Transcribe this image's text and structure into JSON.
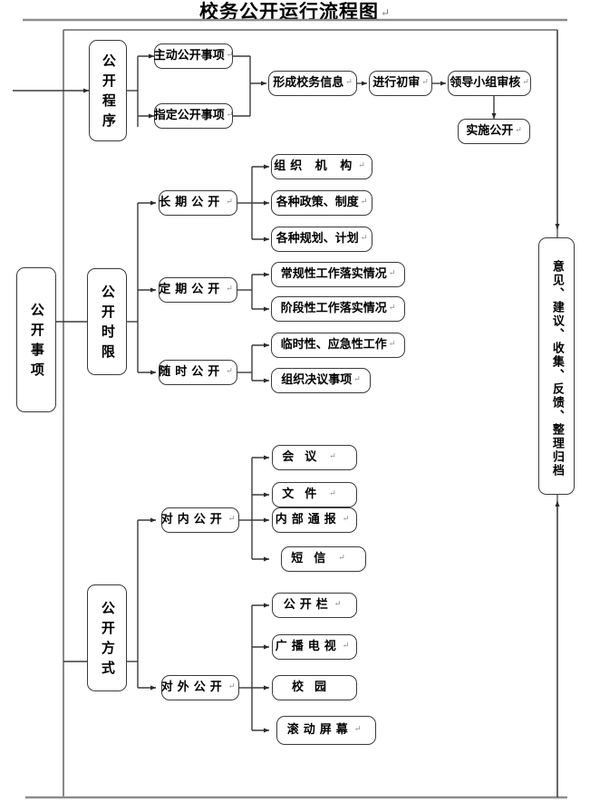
{
  "document": {
    "title": "校务公开运行流程图",
    "pilcrow": "↵"
  },
  "colors": {
    "line": "#3b3b3b",
    "box_border": "#3a3a3a",
    "text": "#000000",
    "rule": "#8d8d8d",
    "background": "#ffffff"
  },
  "nodes": {
    "root_matters": "公开事项",
    "procedure": "公开程序",
    "active_disclosure": "主动公开事项",
    "designated_disclosure": "指定公开事项",
    "form_info": "形成校务信息",
    "first_review": "进行初审",
    "leader_group_review": "领导小组审核",
    "implement_disclosure": "实施公开",
    "time_limit": "公开时限",
    "long_term": "长期公开",
    "periodic": "定期公开",
    "anytime": "随时公开",
    "org_structure": "组织  机  构",
    "policies": "各种政策、制度",
    "plans": "各种规划、计划",
    "routine_work": "常规性工作落实情况",
    "phased_work": "阶段性工作落实情况",
    "temporary_work": "临时性、应急性工作",
    "resolutions": "组织决议事项",
    "method": "公开方式",
    "internal": "对内公开",
    "external": "对外公开",
    "meeting": "会议",
    "document": "文件",
    "internal_bulletin": "内部通报",
    "sms": "短信",
    "bulletin_board": "公开栏",
    "broadcast_tv": "广播电视",
    "campus": "校园",
    "scrolling_screen": "滚动屏幕",
    "feedback_column": "意见、建议、收集、反馈、整理归档"
  },
  "chart_data": {
    "type": "diagram",
    "title": "校务公开运行流程图",
    "diagram_kind": "flowchart",
    "orientation": "left-to-right tree with feedback loop",
    "branches": [
      {
        "name": "公开程序",
        "children": [
          {
            "name": "主动公开事项",
            "next": "形成校务信息"
          },
          {
            "name": "指定公开事项",
            "next": "形成校务信息"
          }
        ],
        "chain": [
          "形成校务信息",
          "进行初审",
          "领导小组审核",
          "实施公开"
        ]
      },
      {
        "name": "公开时限",
        "children": [
          {
            "name": "长期公开",
            "items": [
              "组织  机  构",
              "各种政策、制度",
              "各种规划、计划"
            ]
          },
          {
            "name": "定期公开",
            "items": [
              "常规性工作落实情况",
              "阶段性工作落实情况"
            ]
          },
          {
            "name": "随时公开",
            "items": [
              "临时性、应急性工作",
              "组织决议事项"
            ]
          }
        ]
      },
      {
        "name": "公开方式",
        "children": [
          {
            "name": "对内公开",
            "items": [
              "会议",
              "文件",
              "内部通报",
              "短信"
            ]
          },
          {
            "name": "对外公开",
            "items": [
              "公开栏",
              "广播电视",
              "校园",
              "滚动屏幕"
            ]
          }
        ]
      }
    ],
    "feedback": {
      "name": "意见、建议、收集、反馈、整理归档",
      "loops_to": "公开事项"
    }
  }
}
